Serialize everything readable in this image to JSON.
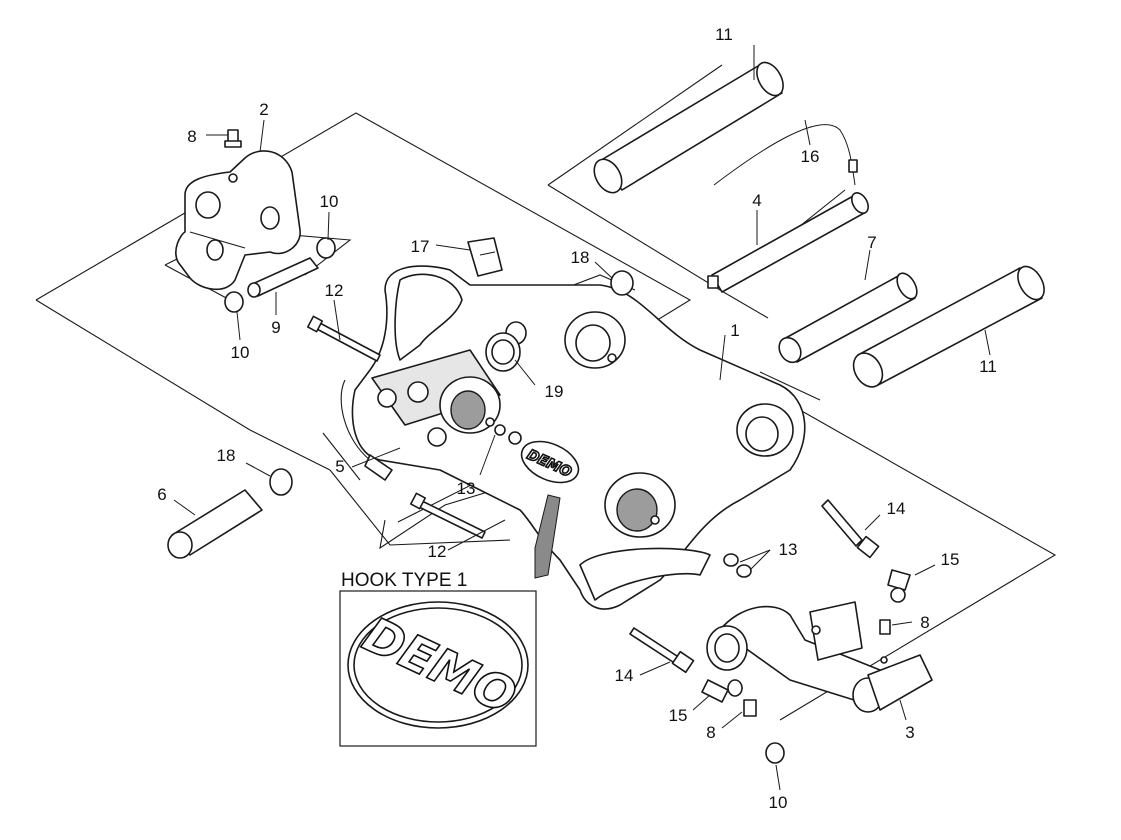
{
  "callouts": {
    "c1": "1",
    "c2": "2",
    "c3": "3",
    "c4": "4",
    "c5": "5",
    "c6": "6",
    "c7": "7",
    "c8a": "8",
    "c8b": "8",
    "c8c": "8",
    "c9": "9",
    "c10a": "10",
    "c10b": "10",
    "c10c": "10",
    "c11a": "11",
    "c11b": "11",
    "c12a": "12",
    "c12b": "12",
    "c13a": "13",
    "c13b": "13",
    "c14a": "14",
    "c14b": "14",
    "c15a": "15",
    "c15b": "15",
    "c16": "16",
    "c17": "17",
    "c18a": "18",
    "c18b": "18",
    "c19": "19"
  },
  "detail": {
    "title": "HOOK TYPE 1",
    "logo_text": "DEMO"
  },
  "decal_text": "DEMO"
}
